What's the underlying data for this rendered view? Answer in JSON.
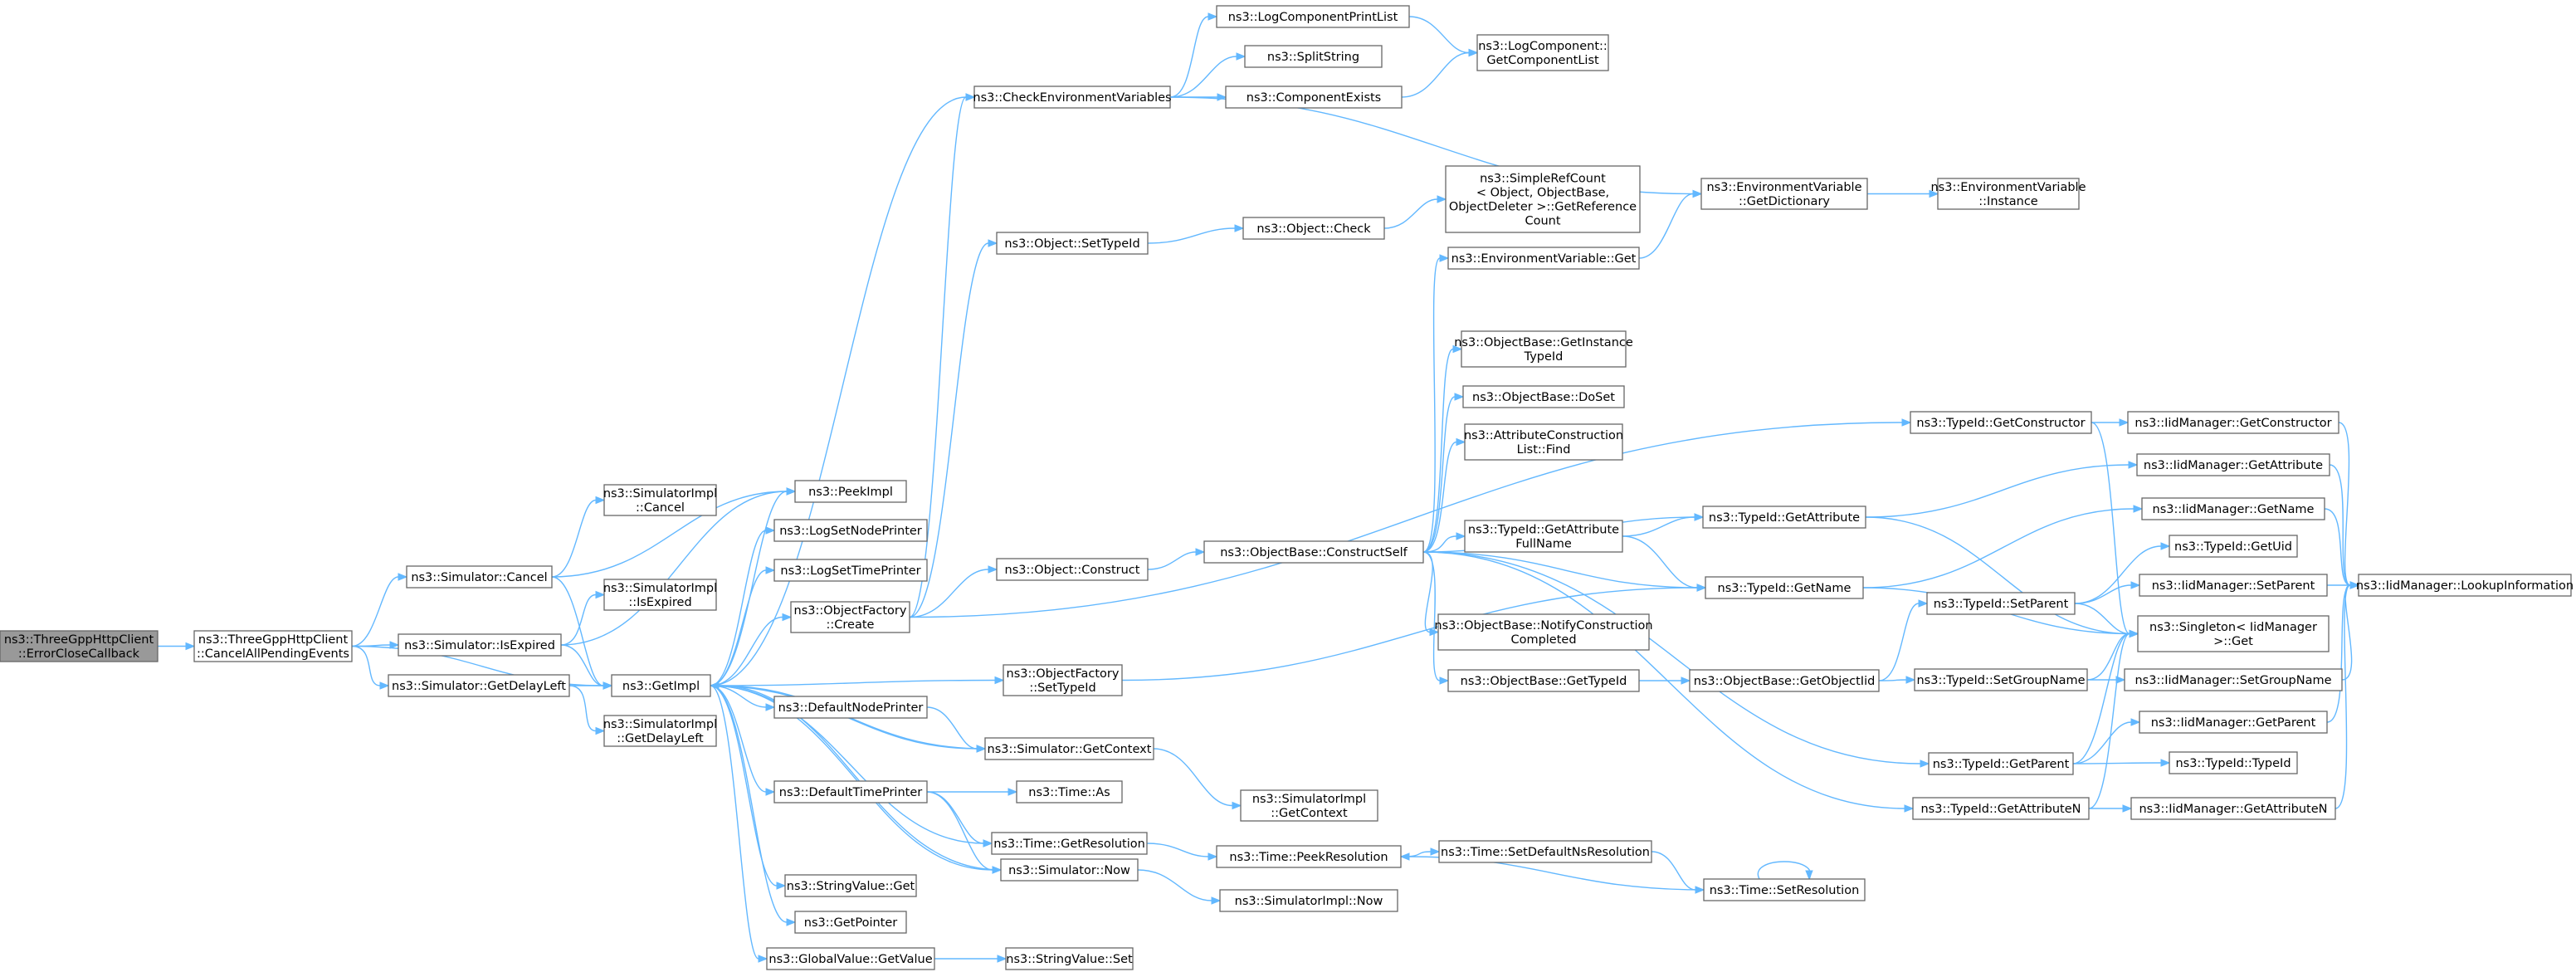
{
  "graph": {
    "edge_color": "#63b8ff",
    "node_border_color": "#666666",
    "root_fill_color": "#999999",
    "nodes": [
      {
        "id": "root",
        "lines": [
          "ns3::ThreeGppHttpClient",
          "::ErrorCloseCallback"
        ],
        "root": true
      },
      {
        "id": "cape",
        "lines": [
          "ns3::ThreeGppHttpClient",
          "::CancelAllPendingEvents"
        ]
      },
      {
        "id": "cancel",
        "lines": [
          "ns3::Simulator::Cancel"
        ]
      },
      {
        "id": "isexp",
        "lines": [
          "ns3::Simulator::IsExpired"
        ]
      },
      {
        "id": "gdl",
        "lines": [
          "ns3::Simulator::GetDelayLeft"
        ]
      },
      {
        "id": "sicancel",
        "lines": [
          "ns3::SimulatorImpl",
          "::Cancel"
        ]
      },
      {
        "id": "siisexp",
        "lines": [
          "ns3::SimulatorImpl",
          "::IsExpired"
        ]
      },
      {
        "id": "sigdl",
        "lines": [
          "ns3::SimulatorImpl",
          "::GetDelayLeft"
        ]
      },
      {
        "id": "getimpl",
        "lines": [
          "ns3::GetImpl"
        ]
      },
      {
        "id": "peekimpl",
        "lines": [
          "ns3::PeekImpl"
        ]
      },
      {
        "id": "lsnp",
        "lines": [
          "ns3::LogSetNodePrinter"
        ]
      },
      {
        "id": "lstp",
        "lines": [
          "ns3::LogSetTimePrinter"
        ]
      },
      {
        "id": "ofcreate",
        "lines": [
          "ns3::ObjectFactory",
          "::Create"
        ]
      },
      {
        "id": "ofsettid",
        "lines": [
          "ns3::ObjectFactory",
          "::SetTypeId"
        ]
      },
      {
        "id": "dnp",
        "lines": [
          "ns3::DefaultNodePrinter"
        ]
      },
      {
        "id": "simgetctx",
        "lines": [
          "ns3::Simulator::GetContext"
        ]
      },
      {
        "id": "sigetctx",
        "lines": [
          "ns3::SimulatorImpl",
          "::GetContext"
        ]
      },
      {
        "id": "dtp",
        "lines": [
          "ns3::DefaultTimePrinter"
        ]
      },
      {
        "id": "timeas",
        "lines": [
          "ns3::Time::As"
        ]
      },
      {
        "id": "timegetres",
        "lines": [
          "ns3::Time::GetResolution"
        ]
      },
      {
        "id": "simnow",
        "lines": [
          "ns3::Simulator::Now"
        ]
      },
      {
        "id": "sinow",
        "lines": [
          "ns3::SimulatorImpl::Now"
        ]
      },
      {
        "id": "strvget",
        "lines": [
          "ns3::StringValue::Get"
        ]
      },
      {
        "id": "getptr",
        "lines": [
          "ns3::GetPointer"
        ]
      },
      {
        "id": "gvgetval",
        "lines": [
          "ns3::GlobalValue::GetValue"
        ]
      },
      {
        "id": "strvset",
        "lines": [
          "ns3::StringValue::Set"
        ]
      },
      {
        "id": "cev",
        "lines": [
          "ns3::CheckEnvironmentVariables"
        ]
      },
      {
        "id": "lcpl",
        "lines": [
          "ns3::LogComponentPrintList"
        ]
      },
      {
        "id": "split",
        "lines": [
          "ns3::SplitString"
        ]
      },
      {
        "id": "compex",
        "lines": [
          "ns3::ComponentExists"
        ]
      },
      {
        "id": "lcgcl",
        "lines": [
          "ns3::LogComponent::",
          "GetComponentList"
        ]
      },
      {
        "id": "objsettid",
        "lines": [
          "ns3::Object::SetTypeId"
        ]
      },
      {
        "id": "objcheck",
        "lines": [
          "ns3::Object::Check"
        ]
      },
      {
        "id": "srcgrc",
        "lines": [
          "ns3::SimpleRefCount",
          "< Object, ObjectBase,",
          "ObjectDeleter >::GetReference",
          "Count"
        ]
      },
      {
        "id": "objconstruct",
        "lines": [
          "ns3::Object::Construct"
        ]
      },
      {
        "id": "obcs",
        "lines": [
          "ns3::ObjectBase::ConstructSelf"
        ]
      },
      {
        "id": "envget",
        "lines": [
          "ns3::EnvironmentVariable::Get"
        ]
      },
      {
        "id": "envgetdict",
        "lines": [
          "ns3::EnvironmentVariable",
          "::GetDictionary"
        ]
      },
      {
        "id": "envinst",
        "lines": [
          "ns3::EnvironmentVariable",
          "::Instance"
        ]
      },
      {
        "id": "obgit",
        "lines": [
          "ns3::ObjectBase::GetInstance",
          "TypeId"
        ]
      },
      {
        "id": "obdoset",
        "lines": [
          "ns3::ObjectBase::DoSet"
        ]
      },
      {
        "id": "aclfind",
        "lines": [
          "ns3::AttributeConstruction",
          "List::Find"
        ]
      },
      {
        "id": "tidgafn",
        "lines": [
          "ns3::TypeId::GetAttribute",
          "FullName"
        ]
      },
      {
        "id": "obncc",
        "lines": [
          "ns3::ObjectBase::NotifyConstruction",
          "Completed"
        ]
      },
      {
        "id": "obgettid",
        "lines": [
          "ns3::ObjectBase::GetTypeId"
        ]
      },
      {
        "id": "obgoi",
        "lines": [
          "ns3::ObjectBase::GetObjectIid"
        ]
      },
      {
        "id": "tidgetattr",
        "lines": [
          "ns3::TypeId::GetAttribute"
        ]
      },
      {
        "id": "tidgetname",
        "lines": [
          "ns3::TypeId::GetName"
        ]
      },
      {
        "id": "tidgetctor",
        "lines": [
          "ns3::TypeId::GetConstructor"
        ]
      },
      {
        "id": "tidsetparent",
        "lines": [
          "ns3::TypeId::SetParent"
        ]
      },
      {
        "id": "tidsetgroup",
        "lines": [
          "ns3::TypeId::SetGroupName"
        ]
      },
      {
        "id": "tidgetparent",
        "lines": [
          "ns3::TypeId::GetParent"
        ]
      },
      {
        "id": "tidgetattrn",
        "lines": [
          "ns3::TypeId::GetAttributeN"
        ]
      },
      {
        "id": "timepeekres",
        "lines": [
          "ns3::Time::PeekResolution"
        ]
      },
      {
        "id": "timesdnr",
        "lines": [
          "ns3::Time::SetDefaultNsResolution"
        ]
      },
      {
        "id": "timesetres",
        "lines": [
          "ns3::Time::SetResolution"
        ]
      },
      {
        "id": "iidgetctor",
        "lines": [
          "ns3::IidManager::GetConstructor"
        ]
      },
      {
        "id": "iidgetattr",
        "lines": [
          "ns3::IidManager::GetAttribute"
        ]
      },
      {
        "id": "iidgetname",
        "lines": [
          "ns3::IidManager::GetName"
        ]
      },
      {
        "id": "tidgetuid",
        "lines": [
          "ns3::TypeId::GetUid"
        ]
      },
      {
        "id": "iidsetparent",
        "lines": [
          "ns3::IidManager::SetParent"
        ]
      },
      {
        "id": "singleton",
        "lines": [
          "ns3::Singleton< IidManager",
          ">::Get"
        ]
      },
      {
        "id": "iidsetgroup",
        "lines": [
          "ns3::IidManager::SetGroupName"
        ]
      },
      {
        "id": "iidgetparent",
        "lines": [
          "ns3::IidManager::GetParent"
        ]
      },
      {
        "id": "tidtypeid",
        "lines": [
          "ns3::TypeId::TypeId"
        ]
      },
      {
        "id": "iidgetattrn",
        "lines": [
          "ns3::IidManager::GetAttributeN"
        ]
      },
      {
        "id": "iidlookup",
        "lines": [
          "ns3::IidManager::LookupInformation"
        ]
      }
    ],
    "edges": [
      [
        "root",
        "cape"
      ],
      [
        "cape",
        "cancel"
      ],
      [
        "cape",
        "isexp"
      ],
      [
        "cape",
        "gdl"
      ],
      [
        "cape",
        "getimpl"
      ],
      [
        "cancel",
        "sicancel"
      ],
      [
        "cancel",
        "getimpl"
      ],
      [
        "cancel",
        "peekimpl"
      ],
      [
        "isexp",
        "siisexp"
      ],
      [
        "isexp",
        "getimpl"
      ],
      [
        "isexp",
        "peekimpl"
      ],
      [
        "gdl",
        "getimpl"
      ],
      [
        "gdl",
        "sigdl"
      ],
      [
        "getimpl",
        "peekimpl"
      ],
      [
        "getimpl",
        "lsnp"
      ],
      [
        "getimpl",
        "lstp"
      ],
      [
        "getimpl",
        "ofcreate"
      ],
      [
        "getimpl",
        "ofsettid"
      ],
      [
        "getimpl",
        "dnp"
      ],
      [
        "getimpl",
        "simgetctx"
      ],
      [
        "getimpl",
        "dtp"
      ],
      [
        "getimpl",
        "simnow"
      ],
      [
        "getimpl",
        "strvget"
      ],
      [
        "getimpl",
        "getptr"
      ],
      [
        "getimpl",
        "gvgetval"
      ],
      [
        "getimpl",
        "cev"
      ],
      [
        "getimpl",
        "timegetres"
      ],
      [
        "ofcreate",
        "objsettid"
      ],
      [
        "ofcreate",
        "objconstruct"
      ],
      [
        "ofcreate",
        "tidgetctor"
      ],
      [
        "ofcreate",
        "cev"
      ],
      [
        "ofsettid",
        "tidgetname"
      ],
      [
        "dnp",
        "simgetctx"
      ],
      [
        "simgetctx",
        "getimpl"
      ],
      [
        "simgetctx",
        "sigetctx"
      ],
      [
        "dtp",
        "timeas"
      ],
      [
        "dtp",
        "timegetres"
      ],
      [
        "dtp",
        "simnow"
      ],
      [
        "timegetres",
        "timepeekres"
      ],
      [
        "simnow",
        "getimpl"
      ],
      [
        "simnow",
        "sinow"
      ],
      [
        "gvgetval",
        "strvset"
      ],
      [
        "cev",
        "lcpl"
      ],
      [
        "cev",
        "split"
      ],
      [
        "cev",
        "compex"
      ],
      [
        "cev",
        "envgetdict"
      ],
      [
        "lcpl",
        "lcgcl"
      ],
      [
        "compex",
        "lcgcl"
      ],
      [
        "objsettid",
        "objcheck"
      ],
      [
        "objcheck",
        "srcgrc"
      ],
      [
        "objconstruct",
        "obcs"
      ],
      [
        "obcs",
        "envget"
      ],
      [
        "obcs",
        "obgit"
      ],
      [
        "obcs",
        "obdoset"
      ],
      [
        "obcs",
        "aclfind"
      ],
      [
        "obcs",
        "tidgafn"
      ],
      [
        "obcs",
        "obncc"
      ],
      [
        "obcs",
        "obgettid"
      ],
      [
        "obcs",
        "tidgetattr"
      ],
      [
        "obcs",
        "tidgetname"
      ],
      [
        "obcs",
        "tidgetparent"
      ],
      [
        "obcs",
        "tidgetattrn"
      ],
      [
        "envget",
        "envgetdict"
      ],
      [
        "envgetdict",
        "envinst"
      ],
      [
        "tidgafn",
        "tidgetattr"
      ],
      [
        "tidgafn",
        "tidgetname"
      ],
      [
        "obgettid",
        "obgoi"
      ],
      [
        "obgoi",
        "tidsetparent"
      ],
      [
        "obgoi",
        "tidsetgroup"
      ],
      [
        "tidgetattr",
        "iidgetattr"
      ],
      [
        "tidgetattr",
        "singleton"
      ],
      [
        "tidgetname",
        "iidgetname"
      ],
      [
        "tidgetname",
        "singleton"
      ],
      [
        "tidgetctor",
        "iidgetctor"
      ],
      [
        "tidgetctor",
        "singleton"
      ],
      [
        "tidsetparent",
        "tidgetuid"
      ],
      [
        "tidsetparent",
        "iidsetparent"
      ],
      [
        "tidsetparent",
        "singleton"
      ],
      [
        "tidsetgroup",
        "singleton"
      ],
      [
        "tidsetgroup",
        "iidsetgroup"
      ],
      [
        "tidgetparent",
        "singleton"
      ],
      [
        "tidgetparent",
        "iidgetparent"
      ],
      [
        "tidgetparent",
        "tidtypeid"
      ],
      [
        "tidgetattrn",
        "singleton"
      ],
      [
        "tidgetattrn",
        "iidgetattrn"
      ],
      [
        "timepeekres",
        "timesdnr"
      ],
      [
        "timesdnr",
        "timesetres"
      ],
      [
        "timesetres",
        "timepeekres"
      ],
      [
        "timesetres",
        "timesetres"
      ],
      [
        "iidgetctor",
        "iidlookup"
      ],
      [
        "iidgetattr",
        "iidlookup"
      ],
      [
        "iidgetname",
        "iidlookup"
      ],
      [
        "iidsetparent",
        "iidlookup"
      ],
      [
        "iidsetgroup",
        "iidlookup"
      ],
      [
        "iidgetparent",
        "iidlookup"
      ],
      [
        "iidgetattrn",
        "iidlookup"
      ]
    ]
  }
}
